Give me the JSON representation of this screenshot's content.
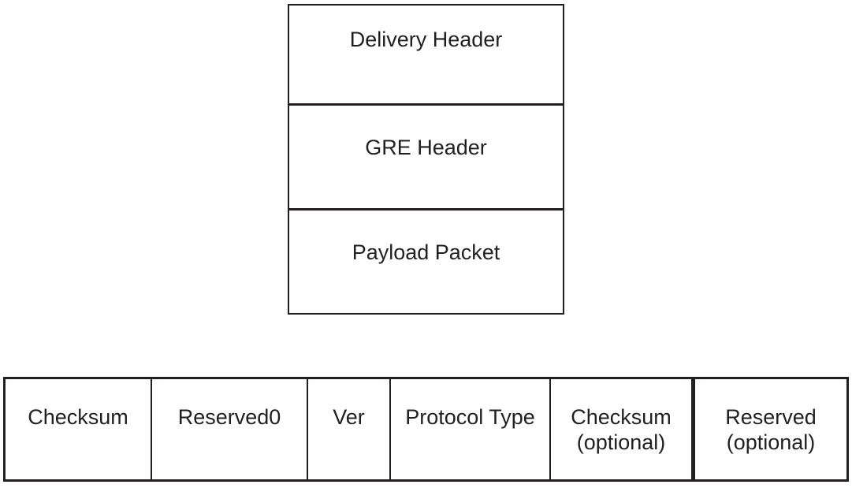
{
  "figure": {
    "background_color": "#ffffff",
    "line_color": "#231f20",
    "text_color": "#231f20"
  },
  "encapsulation_stack": {
    "layers": [
      {
        "label": "Delivery Header"
      },
      {
        "label": "GRE Header"
      },
      {
        "label": "Payload Packet"
      }
    ]
  },
  "gre_header_fields": {
    "cells": [
      {
        "line1": "Checksum"
      },
      {
        "line1": "Reserved0"
      },
      {
        "line1": "Ver"
      },
      {
        "line1": "Protocol Type"
      },
      {
        "line1": "Checksum",
        "line2": "(optional)"
      },
      {
        "line1": "Reserved",
        "line2": "(optional)"
      }
    ]
  }
}
